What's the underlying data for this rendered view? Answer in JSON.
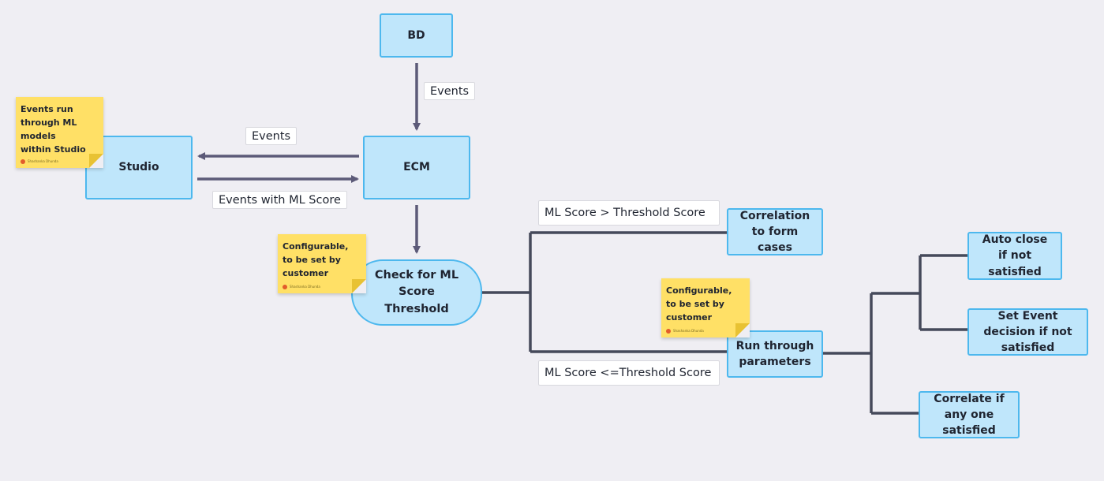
{
  "nodes": {
    "bd": "BD",
    "ecm": "ECM",
    "studio": "Studio",
    "check": "Check for ML Score Threshold",
    "correlation": "Correlation to form cases",
    "run_through": "Run through parameters",
    "auto_close": "Auto close if not satisfied",
    "set_event": "Set Event decision if not satisfied",
    "correlate_any": "Correlate if any one satisfied"
  },
  "edge_labels": {
    "bd_to_ecm": "Events",
    "ecm_to_studio": "Events",
    "studio_to_ecm": "Events with ML Score",
    "above_threshold": "ML Score > Threshold Score",
    "below_threshold": "ML Score <=Threshold Score"
  },
  "stickies": {
    "studio_note": "Events run through ML models within Studio",
    "check_note": "Configurable, to be set by customer",
    "run_note": "Configurable, to be set by customer",
    "author": "Shashanka Dhunda"
  },
  "colors": {
    "background": "#efeef3",
    "node_fill": "#bfe6fb",
    "node_border": "#4db8ee",
    "arrow": "#5c5a78",
    "connector": "#45495a",
    "sticky": "#ffe066"
  }
}
